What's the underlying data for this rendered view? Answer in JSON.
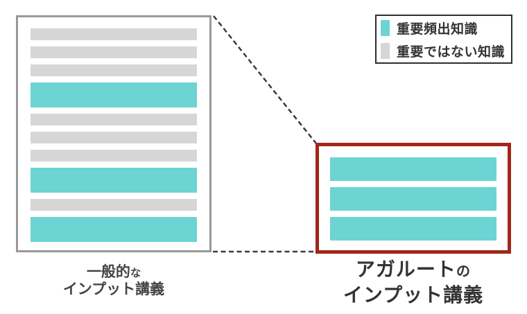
{
  "legend": {
    "items": [
      {
        "label": "重要頻出知識",
        "key": "important"
      },
      {
        "label": "重要ではない知識",
        "key": "unimportant"
      }
    ]
  },
  "left_panel": {
    "caption": {
      "line1_main": "一般的",
      "line1_particle": "な",
      "line2": "インプット講義"
    },
    "bars": [
      "unimportant",
      "unimportant",
      "unimportant",
      "important",
      "unimportant",
      "unimportant",
      "unimportant",
      "important",
      "unimportant",
      "important"
    ]
  },
  "right_panel": {
    "caption": {
      "line1_main": "アガルート",
      "line1_particle": "の",
      "line2": "インプット講義"
    },
    "bars": [
      "important",
      "important",
      "important"
    ]
  },
  "colors": {
    "important": "#6CD4D2",
    "unimportant": "#D6D6D6",
    "highlight_border": "#A2261A",
    "panel_border": "#999999",
    "connector": "#3A3A3A"
  }
}
